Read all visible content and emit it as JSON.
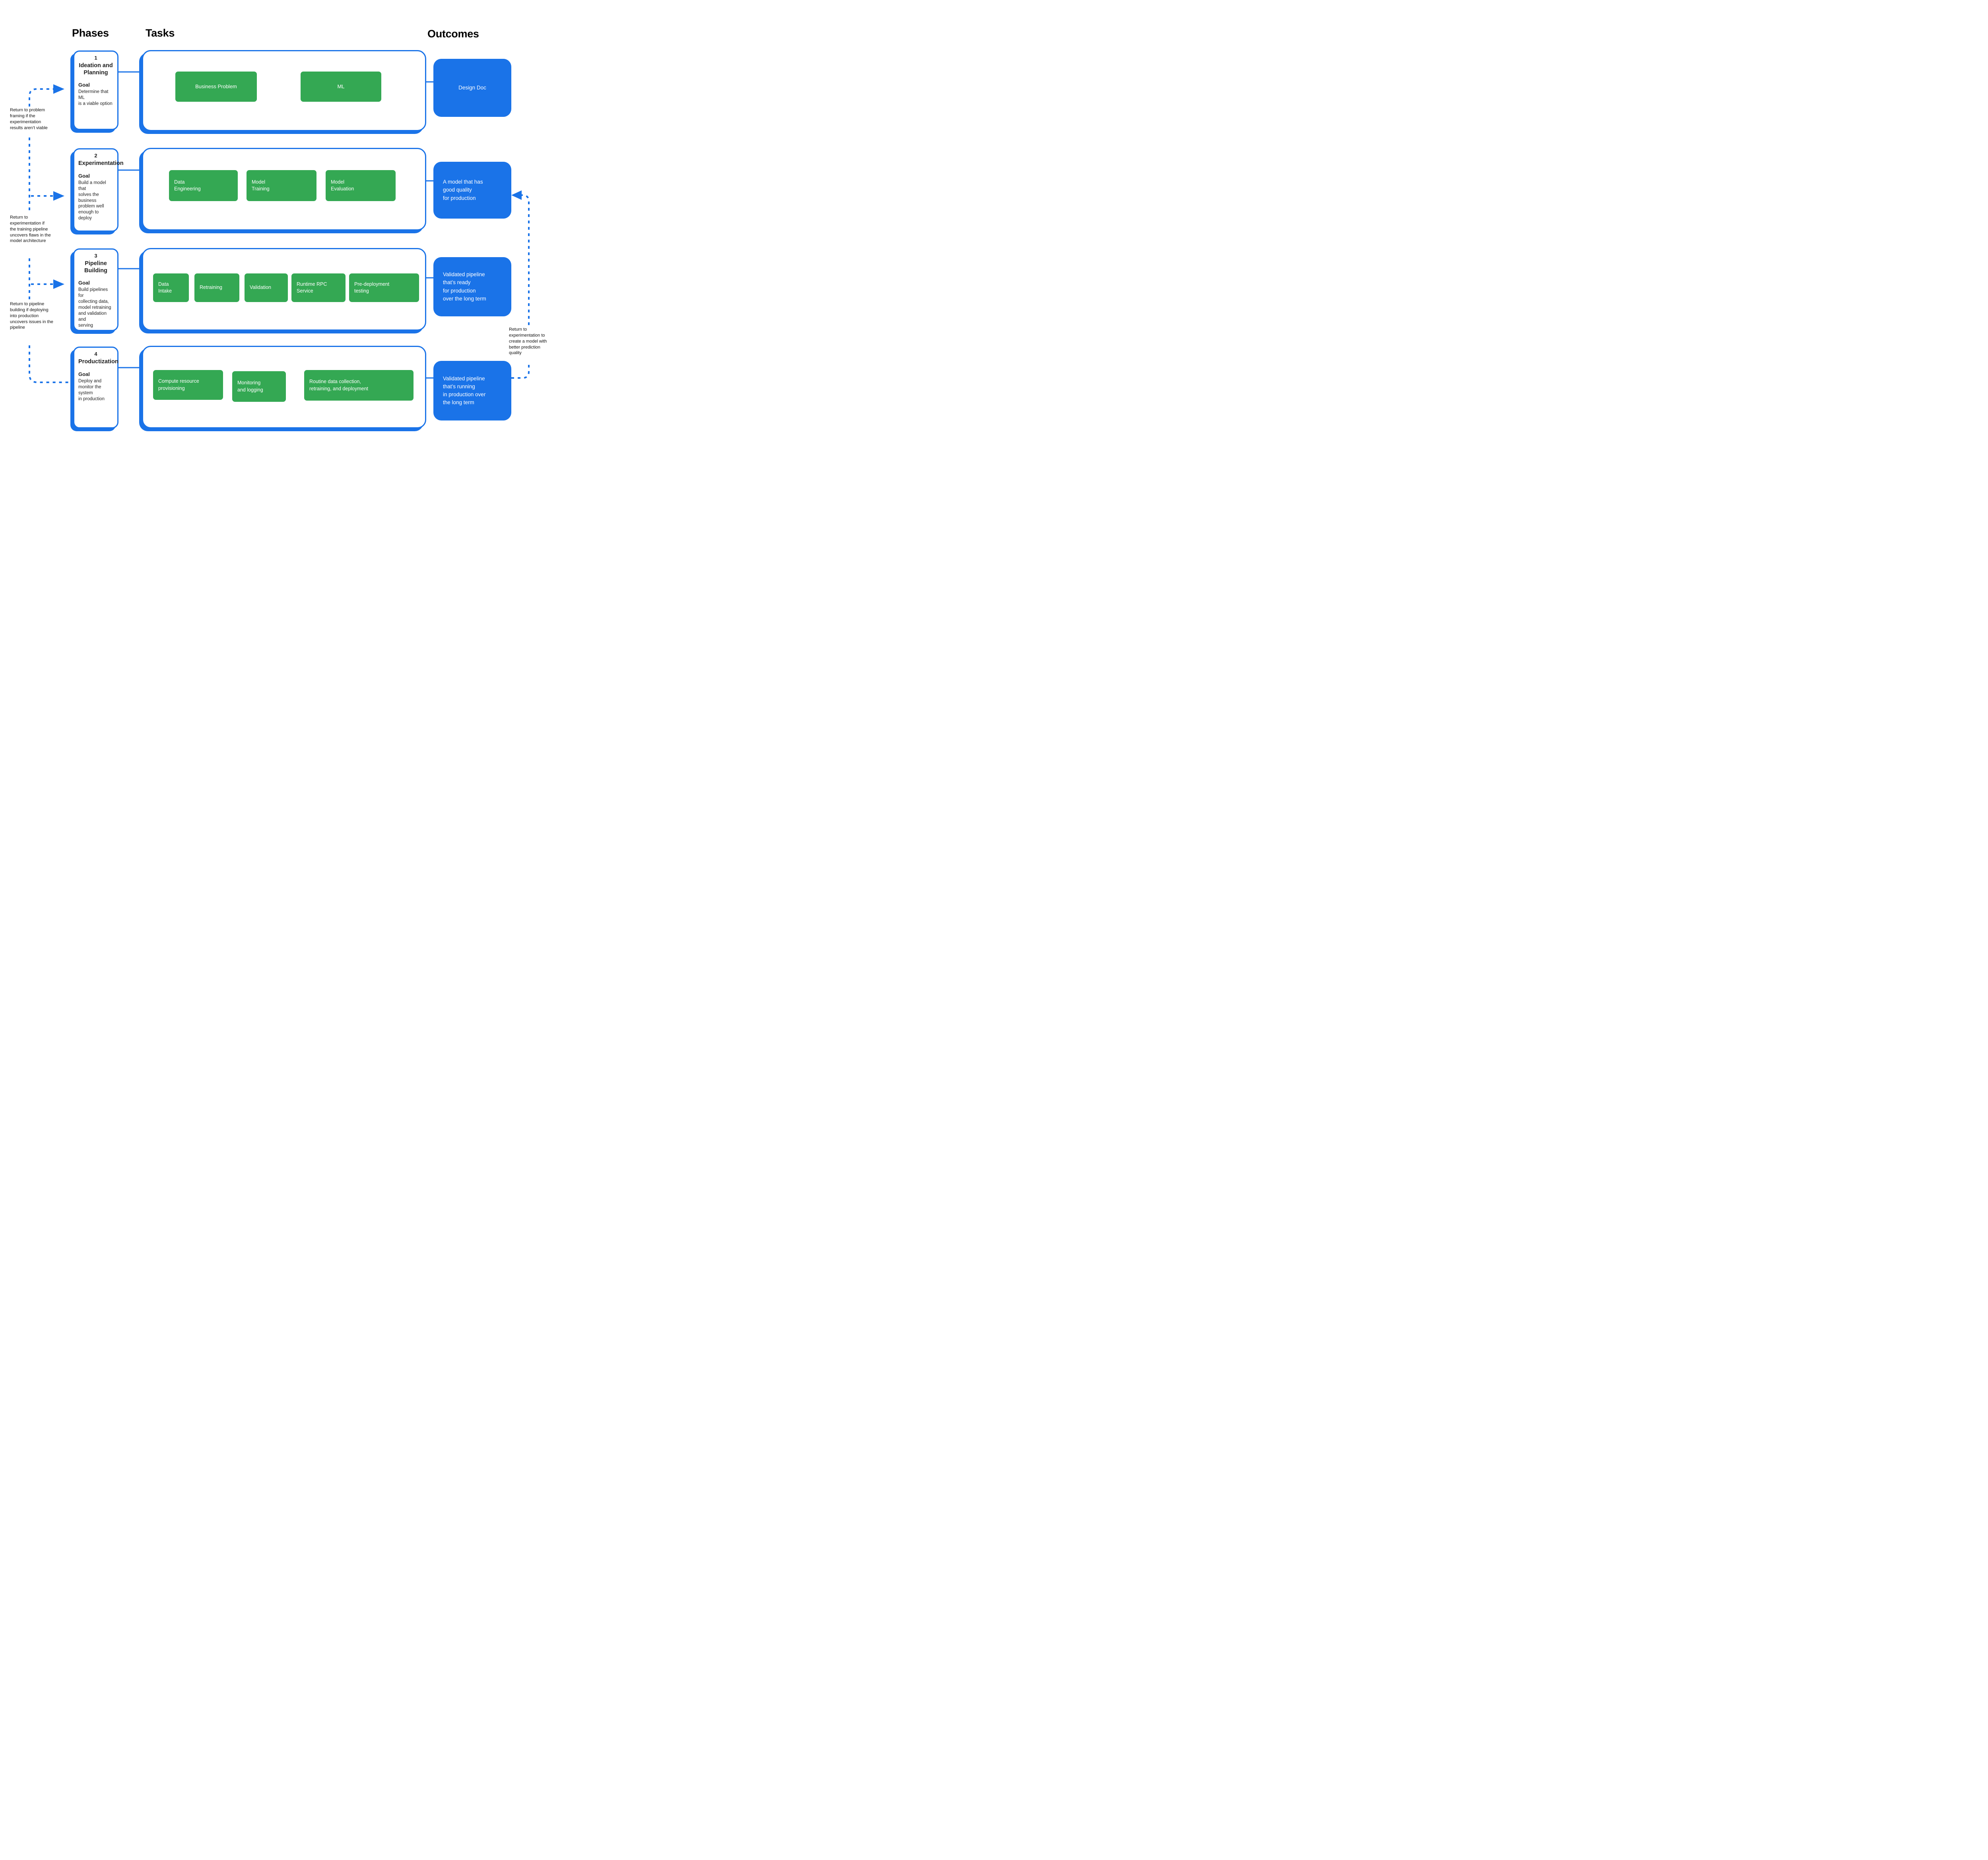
{
  "header": {
    "phases": "Phases",
    "tasks": "Tasks",
    "outcomes": "Outcomes"
  },
  "colors": {
    "task_green": "#34A853",
    "accent_blue": "#1A73E8",
    "text_black": "#1F1F1F"
  },
  "phases": [
    {
      "number": "1",
      "title": "Ideation and\nPlanning",
      "goal_label": "Goal",
      "goal": "Determine that ML\nis a viable option",
      "tasks": [
        "Business Problem",
        "ML"
      ],
      "outcome": "Design Doc"
    },
    {
      "number": "2",
      "title": "Experimentation",
      "goal_label": "Goal",
      "goal": "Build a model that\nsolves the business\nproblem well\nenough to deploy",
      "tasks": [
        "Data\nEngineering",
        "Model\nTraining",
        "Model\nEvaluation"
      ],
      "outcome": "A model that has\ngood quality\nfor production"
    },
    {
      "number": "3",
      "title": "Pipeline Building",
      "goal_label": "Goal",
      "goal": "Build pipelines for\ncollecting data,\nmodel retraining\nand validation and\nserving",
      "tasks": [
        "Data\nIntake",
        "Retraining",
        "Validation",
        "Runtime RPC\nService",
        "Pre-deployment\ntesting"
      ],
      "outcome": "Validated pipeline\nthat’s ready\nfor production\nover the long term"
    },
    {
      "number": "4",
      "title": "Productization",
      "goal_label": "Goal",
      "goal": "Deploy and\nmonitor the system\nin production",
      "tasks": [
        "Compute resource\nprovisioning",
        "Monitoring\nand logging",
        "Routine data collection,\nretraining, and deployment"
      ],
      "outcome": "Validated pipeline\nthat’s running\nin production over\nthe long term"
    }
  ],
  "annotations": [
    {
      "text": "Return to problem\nframing if the\nexperimentation\nresults aren’t viable"
    },
    {
      "text": "Return to\nexperimentation if\nthe training pipeline\nuncovers flaws in the\nmodel architecture"
    },
    {
      "text": "Return to pipeline\nbuilding if deploying\ninto production\nuncovers issues in the\npipeline"
    },
    {
      "text": "Return to\nexperimentation to\ncreate a model with\nbetter prediction\nquality"
    }
  ]
}
